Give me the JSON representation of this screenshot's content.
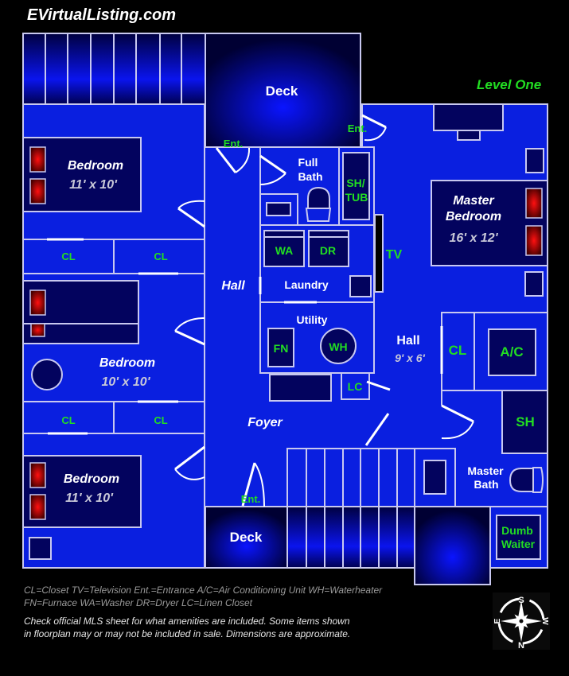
{
  "header": {
    "site_title": "EVirtualListing.com",
    "level_title": "Level One"
  },
  "colors": {
    "background": "#000000",
    "floor": "#0a1fe0",
    "room_dark": "#03035e",
    "wall": "#c8c8f0",
    "label_white": "#ffffff",
    "label_green": "#22dd22",
    "dimension_gray": "#c8c8d8",
    "heater_red": "#cc0000"
  },
  "rooms": {
    "deck_top": {
      "name": "Deck"
    },
    "deck_bottom": {
      "name": "Deck"
    },
    "bedroom_1": {
      "name": "Bedroom",
      "dimensions": "11' x 10'"
    },
    "bedroom_2": {
      "name": "Bedroom",
      "dimensions": "10' x 10'"
    },
    "bedroom_3": {
      "name": "Bedroom",
      "dimensions": "11' x 10'"
    },
    "master_bedroom": {
      "name_line1": "Master",
      "name_line2": "Bedroom",
      "dimensions": "16' x 12'"
    },
    "full_bath": {
      "name_line1": "Full",
      "name_line2": "Bath"
    },
    "laundry": {
      "name": "Laundry"
    },
    "utility": {
      "name": "Utility"
    },
    "hall_left": {
      "name": "Hall"
    },
    "hall_right": {
      "name": "Hall",
      "dimensions": "9' x 6'"
    },
    "foyer": {
      "name": "Foyer"
    },
    "master_bath": {
      "name_line1": "Master",
      "name_line2": "Bath"
    }
  },
  "fixtures": {
    "entrance_top_left": "Ent.",
    "entrance_top_right": "Ent.",
    "entrance_bottom": "Ent.",
    "shower_tub_line1": "SH/",
    "shower_tub_line2": "TUB",
    "washer": "WA",
    "dryer": "DR",
    "tv": "TV",
    "furnace": "FN",
    "water_heater": "WH",
    "linen_closet": "LC",
    "closet_right": "CL",
    "ac_unit": "A/C",
    "shower": "SH",
    "dumb_waiter_line1": "Dumb",
    "dumb_waiter_line2": "Waiter",
    "closets": [
      "CL",
      "CL",
      "CL",
      "CL"
    ]
  },
  "legend": {
    "line1": "CL=Closet  TV=Television  Ent.=Entrance A/C=Air Conditioning Unit WH=Waterheater",
    "line2": "FN=Furnace WA=Washer DR=Dryer LC=Linen Closet"
  },
  "disclaimer": {
    "line1": "Check official MLS sheet for what amenities are included. Some items shown",
    "line2": "in floorplan may or may not be included in sale. Dimensions are approximate."
  },
  "compass": {
    "top": "S",
    "bottom": "N",
    "left": "E",
    "right": "W"
  }
}
